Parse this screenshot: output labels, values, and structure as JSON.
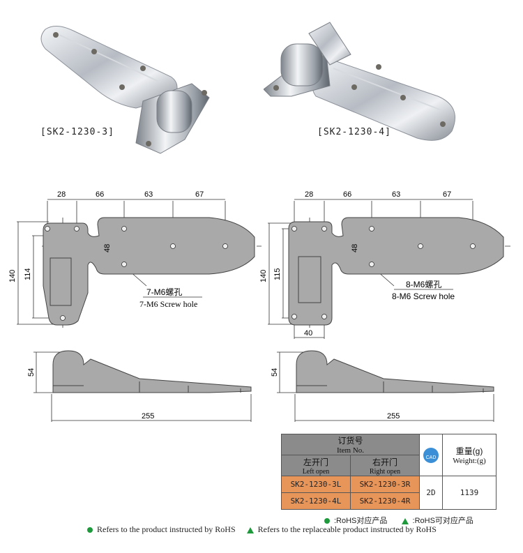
{
  "products": {
    "left_label": "[SK2-1230-3]",
    "right_label": "[SK2-1230-4]"
  },
  "drawing_left": {
    "dims_top": [
      "28",
      "66",
      "63",
      "67"
    ],
    "height_outer": "140",
    "height_inner": "114",
    "spacing": "48",
    "hole_label_cn": "7-M6螺孔",
    "hole_label_en": "7-M6 Screw hole",
    "side_height": "54",
    "length": "255"
  },
  "drawing_right": {
    "dims_top": [
      "28",
      "66",
      "63",
      "67"
    ],
    "height_outer": "140",
    "height_inner": "115",
    "spacing": "48",
    "base_width": "40",
    "hole_label_cn": "8-M6螺孔",
    "hole_label_en": "8-M6 Screw hole",
    "side_height": "54",
    "length": "255"
  },
  "table": {
    "item_no_cn": "订货号",
    "item_no_en": "Item No.",
    "left_cn": "左开门",
    "left_en": "Left open",
    "right_cn": "右开门",
    "right_en": "Right open",
    "cad_icon_text": "CAD",
    "weight_cn": "重量(g)",
    "weight_en": "Weight:(g)",
    "rows": [
      {
        "left": "SK2-1230-3L",
        "right": "SK2-1230-3R"
      },
      {
        "left": "SK2-1230-4L",
        "right": "SK2-1230-4R"
      }
    ],
    "cad_value": "2D",
    "weight_value": "1139"
  },
  "rohs": {
    "rohs_cn": ":RoHS对应产品",
    "replaceable_cn": ":RoHS可对应产品",
    "rohs_en": "Refers to the product instructed by RoHS",
    "replaceable_en": "Refers to the replaceable product instructed by RoHS"
  },
  "colors": {
    "part_gray": "#a9a9a9",
    "header_gray": "#8b8b8b",
    "orange": "#e8955a",
    "legend_green": "#1e9a3c",
    "cad_blue": "#3b8fd6"
  }
}
